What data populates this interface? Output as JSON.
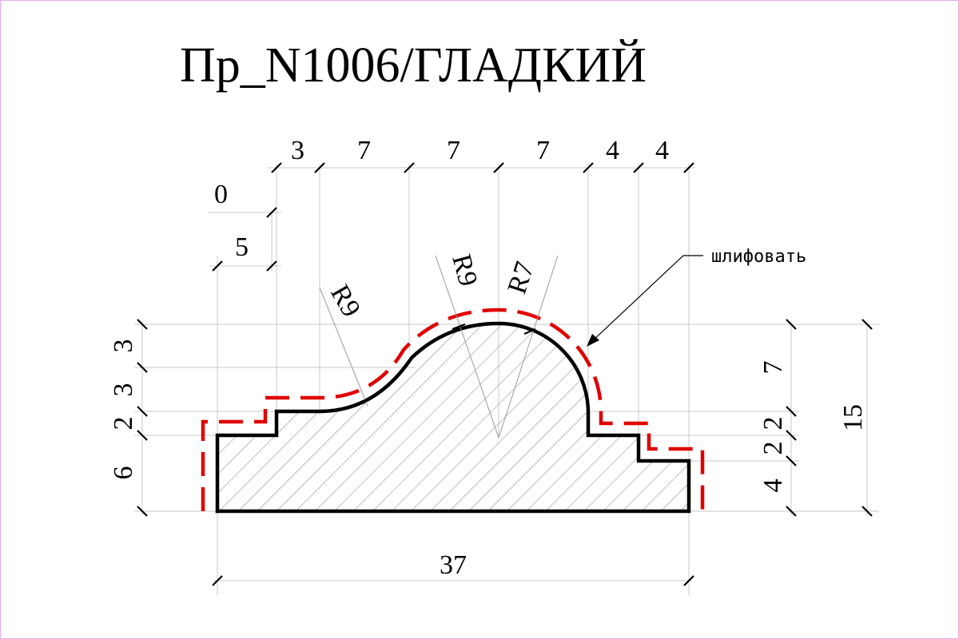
{
  "title": "Пр_N1006/ГЛАДКИЙ",
  "note": "шлифовать",
  "dims": {
    "top": [
      "3",
      "7",
      "7",
      "7",
      "4",
      "4"
    ],
    "left_offset_0": "0",
    "left_offset_5": "5",
    "left": [
      "3",
      "3",
      "2",
      "6"
    ],
    "right": [
      "7",
      "2",
      "2",
      "4"
    ],
    "height_total": "15",
    "width_total": "37",
    "radii": [
      "R9",
      "R9",
      "R7"
    ]
  },
  "colors": {
    "profile": "#000000",
    "offset_line": "#e00000",
    "hatch": "#8a7a7a",
    "grid": "#c8c8c8",
    "border": "#e6a8e6"
  }
}
